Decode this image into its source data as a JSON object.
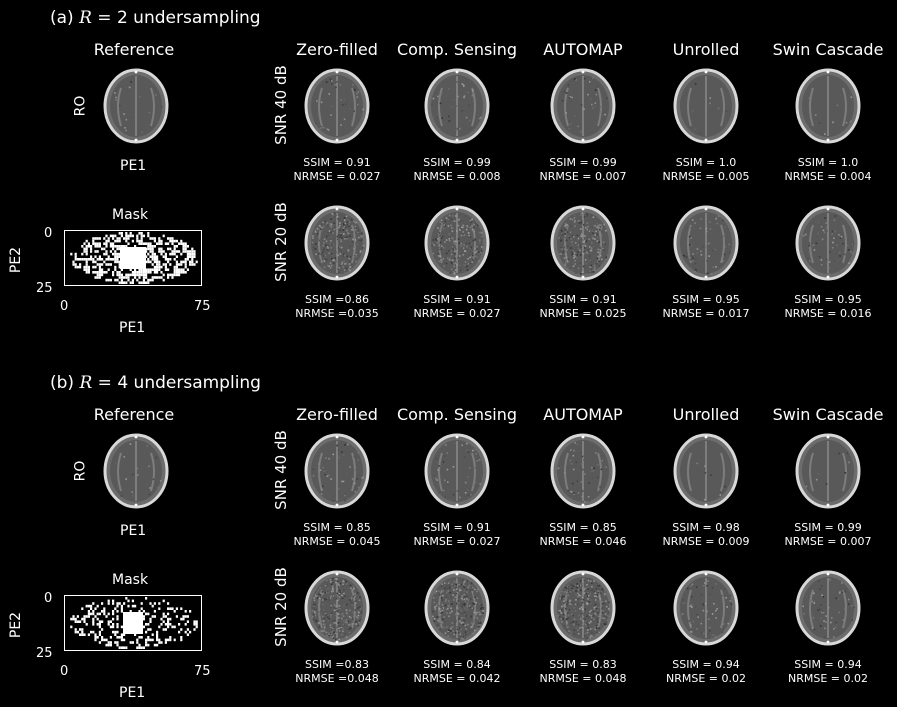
{
  "panels": [
    {
      "title_prefix": "(a) ",
      "title_var": "R",
      "title_suffix": " = 2 undersampling",
      "reference_label": "Reference",
      "ro_label": "RO",
      "pe1_label": "PE1",
      "mask_label": "Mask",
      "mask_y_label": "PE2",
      "mask_x_label": "PE1",
      "mask_ticks": {
        "x0": "0",
        "x1": "75",
        "y0": "0",
        "y1": "25"
      },
      "methods": [
        "Zero-filled",
        "Comp. Sensing",
        "AUTOMAP",
        "Unrolled",
        "Swin Cascade"
      ],
      "rows": [
        {
          "label": "SNR 40 dB",
          "ssim": [
            "SSIM = 0.91",
            "SSIM = 0.99",
            "SSIM = 0.99",
            "SSIM = 1.0",
            "SSIM = 1.0"
          ],
          "nrmse": [
            "NRMSE = 0.027",
            "NRMSE = 0.008",
            "NRMSE = 0.007",
            "NRMSE = 0.005",
            "NRMSE = 0.004"
          ]
        },
        {
          "label": "SNR 20 dB",
          "ssim": [
            "SSIM =0.86",
            "SSIM = 0.91",
            "SSIM = 0.91",
            "SSIM = 0.95",
            "SSIM = 0.95"
          ],
          "nrmse": [
            "NRMSE =0.035",
            "NRMSE = 0.027",
            "NRMSE = 0.025",
            "NRMSE = 0.017",
            "NRMSE = 0.016"
          ]
        }
      ]
    },
    {
      "title_prefix": "(b) ",
      "title_var": "R",
      "title_suffix": " = 4 undersampling",
      "reference_label": "Reference",
      "ro_label": "RO",
      "pe1_label": "PE1",
      "mask_label": "Mask",
      "mask_y_label": "PE2",
      "mask_x_label": "PE1",
      "mask_ticks": {
        "x0": "0",
        "x1": "75",
        "y0": "0",
        "y1": "25"
      },
      "methods": [
        "Zero-filled",
        "Comp. Sensing",
        "AUTOMAP",
        "Unrolled",
        "Swin Cascade"
      ],
      "rows": [
        {
          "label": "SNR 40 dB",
          "ssim": [
            "SSIM = 0.85",
            "SSIM = 0.91",
            "SSIM = 0.85",
            "SSIM = 0.98",
            "SSIM = 0.99"
          ],
          "nrmse": [
            "NRMSE = 0.045",
            "NRMSE = 0.027",
            "NRMSE = 0.046",
            "NRMSE = 0.009",
            "NRMSE = 0.007"
          ]
        },
        {
          "label": "SNR 20 dB",
          "ssim": [
            "SSIM =0.83",
            "SSIM = 0.84",
            "SSIM = 0.83",
            "SSIM = 0.94",
            "SSIM = 0.94"
          ],
          "nrmse": [
            "NRMSE =0.048",
            "NRMSE = 0.042",
            "NRMSE = 0.048",
            "NRMSE = 0.02",
            "NRMSE = 0.02"
          ]
        }
      ]
    }
  ]
}
